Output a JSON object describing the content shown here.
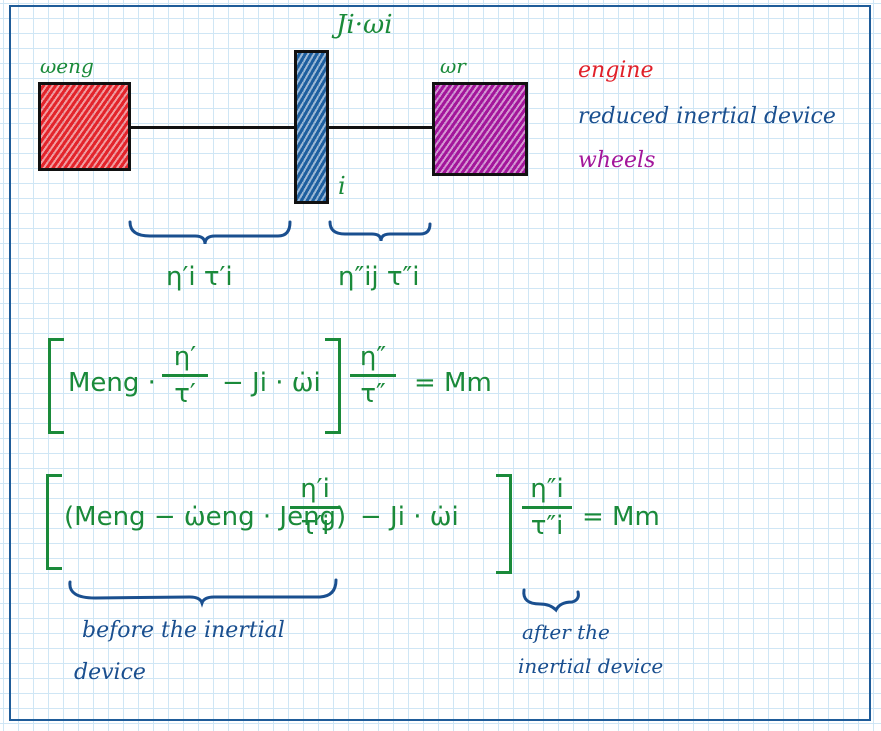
{
  "diagram": {
    "engine_label": "ωeng",
    "inertial_label": "Ji·ωi",
    "inertial_index": "i",
    "wheels_label": "ωr",
    "left_efficiency": "η′i τ′i",
    "right_efficiency": "η″ij τ″i"
  },
  "legend": {
    "items": [
      {
        "label": "engine",
        "color": "#e0202a"
      },
      {
        "label": "reduced inertial device",
        "color": "#1a4f8f"
      },
      {
        "label": "wheels",
        "color": "#a3169b"
      }
    ]
  },
  "equation1": {
    "term1": "Meng ·",
    "frac1_num": "η′",
    "frac1_den": "τ′",
    "term2": "− Ji · ω̇i",
    "frac2_num": "η″",
    "frac2_den": "τ″",
    "rhs": "= Mm"
  },
  "equation2": {
    "paren": "(Meng − ω̇eng · Jeng)",
    "frac1_num": "η′i",
    "frac1_den": "τ′i",
    "term2": "− Ji · ω̇i",
    "frac2_num": "η″i",
    "frac2_den": "τ″i",
    "rhs": "= Mm"
  },
  "annotations": {
    "before": [
      "before the inertial",
      "device"
    ],
    "after": [
      "after the",
      "inertial device"
    ]
  }
}
